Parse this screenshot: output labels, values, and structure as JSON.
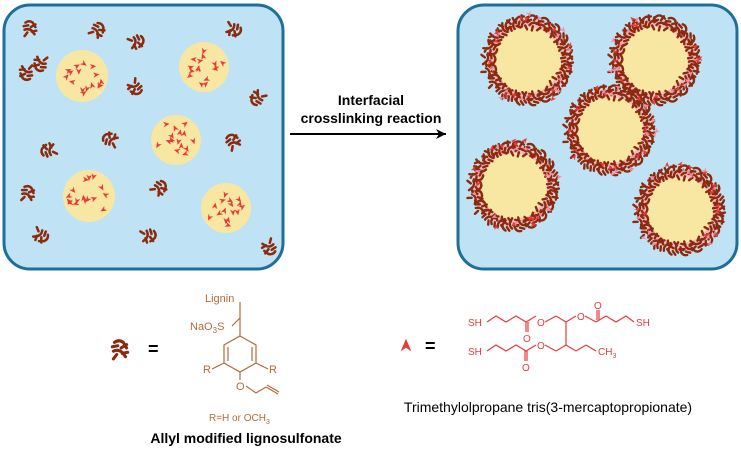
{
  "arrow": {
    "line1": "Interfacial",
    "line2": "crosslinking reaction"
  },
  "legend": {
    "lignin_symbol": {
      "equals": "=",
      "structure_labels": {
        "lignin": "Lignin",
        "sulfonate": "NaO",
        "sulfonate_sub": "3",
        "sulfonate_s": "S",
        "r_left": "R",
        "r_right": "R",
        "o": "O",
        "r_def": "R=H or OCH",
        "r_def_sub": "3"
      },
      "caption": "Allyl modified lignosulfonate"
    },
    "thiol_symbol": {
      "equals": "=",
      "structure_labels": {
        "sh1": "SH",
        "sh2": "SH",
        "sh3": "SH",
        "ch3": "CH",
        "ch3_sub": "3",
        "o1": "O",
        "o2": "O",
        "o3": "O",
        "co1": "O",
        "co2": "O",
        "co3": "O"
      },
      "caption": "Trimethylolpropane tris(3-mercaptopropionate)"
    }
  },
  "colors": {
    "water": "#bfe3f5",
    "panel_border": "#1f6f9a",
    "droplet": "#f8e7a2",
    "lignin": "#8b2a0c",
    "thiol": "#e83a3a",
    "thiol_pink": "#f08fa8",
    "arrow": "#000000"
  }
}
